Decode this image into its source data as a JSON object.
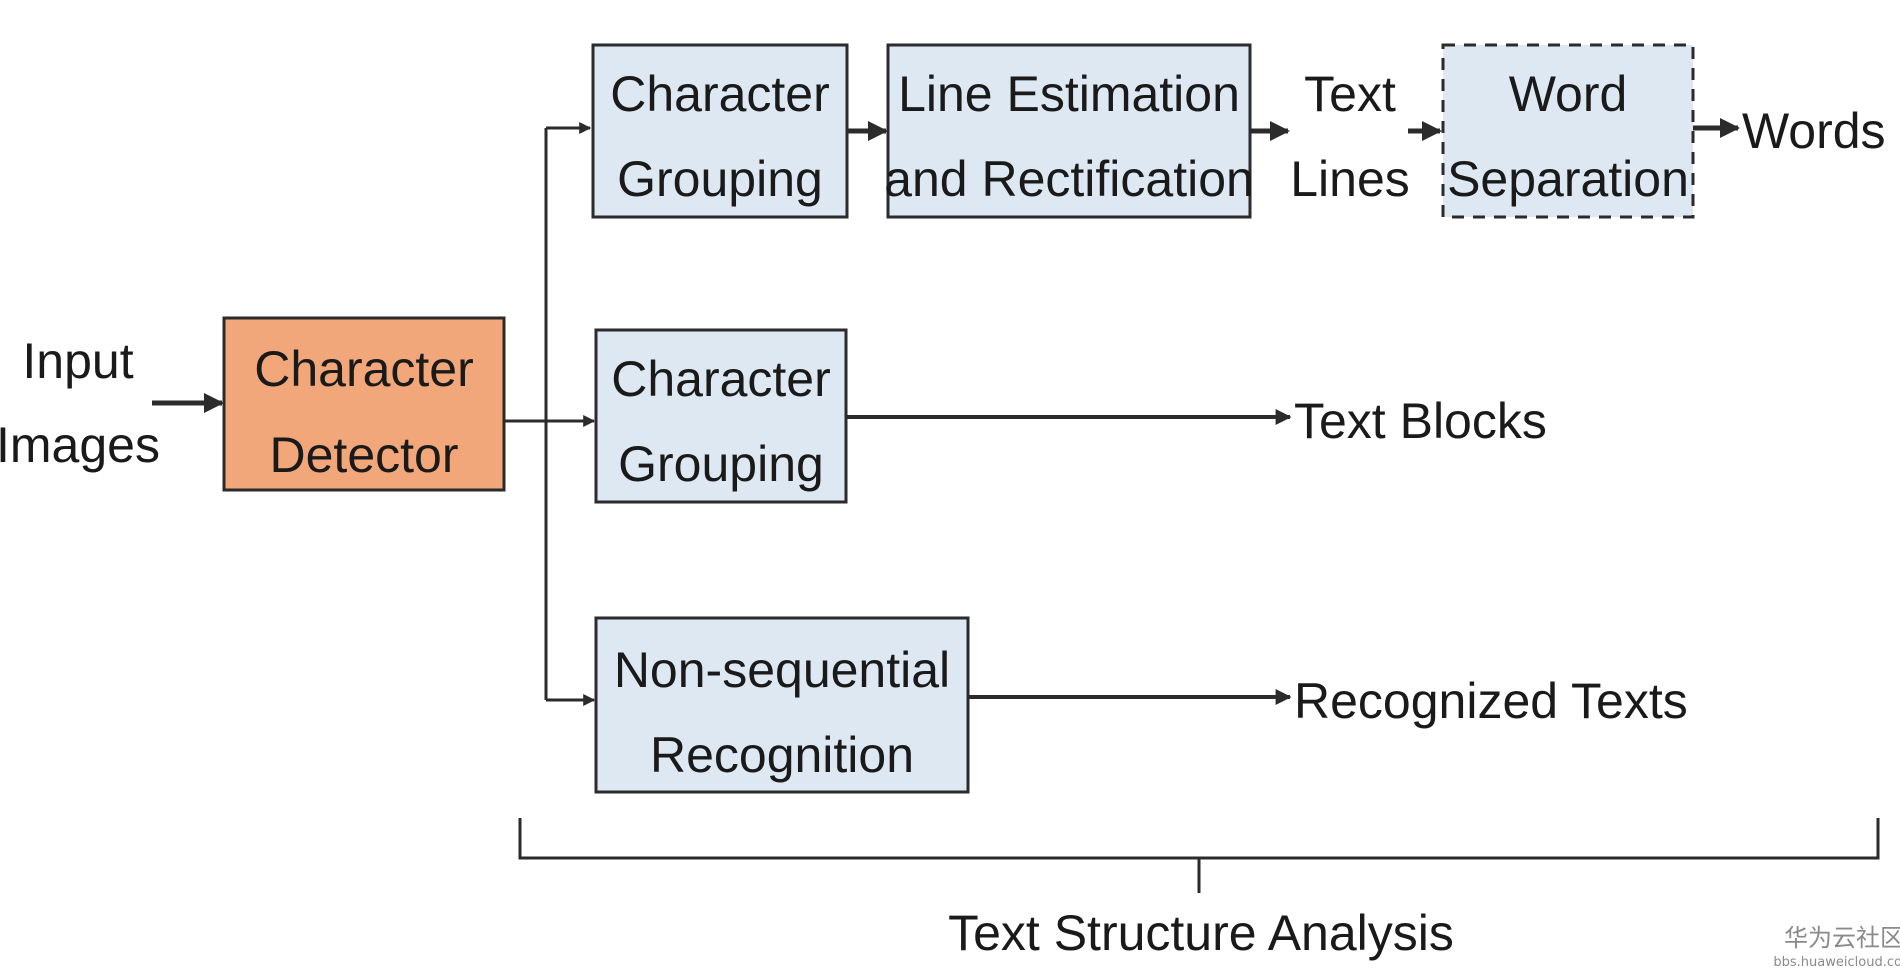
{
  "colors": {
    "detector_fill": "#f2a77a",
    "process_fill": "#dde8f3",
    "stroke": "#2b2b2b",
    "watermark": "#8a8a8a"
  },
  "input": {
    "line1": "Input",
    "line2": "Images"
  },
  "detector": {
    "line1": "Character",
    "line2": "Detector"
  },
  "branch_top": {
    "grouping": {
      "line1": "Character",
      "line2": "Grouping"
    },
    "line_estimation": {
      "line1": "Line Estimation",
      "line2": "and Rectification"
    },
    "text_lines": {
      "line1": "Text",
      "line2": "Lines"
    },
    "word_separation": {
      "line1": "Word",
      "line2": "Separation"
    },
    "output": "Words"
  },
  "branch_middle": {
    "grouping": {
      "line1": "Character",
      "line2": "Grouping"
    },
    "output": "Text Blocks"
  },
  "branch_bottom": {
    "recognition": {
      "line1": "Non-sequential",
      "line2": "Recognition"
    },
    "output": "Recognized Texts"
  },
  "brace_label": "Text Structure Analysis",
  "watermark": {
    "brand": "华为云社区",
    "url": "bbs.huaweicloud.com"
  }
}
